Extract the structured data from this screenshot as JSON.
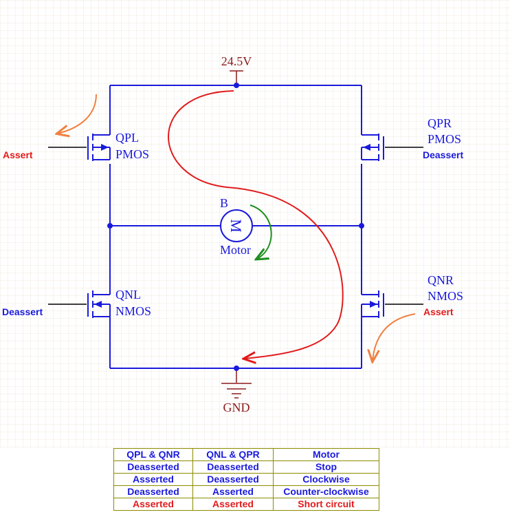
{
  "supply": {
    "label": "24.5V"
  },
  "ground": {
    "label": "GND"
  },
  "motor": {
    "ref": "B",
    "symbol": "M",
    "name": "Motor"
  },
  "transistors": {
    "top_left": {
      "name": "QPL",
      "type": "PMOS",
      "gate_state": "Assert"
    },
    "top_right": {
      "name": "QPR",
      "type": "PMOS",
      "gate_state": "Deassert"
    },
    "bottom_left": {
      "name": "QNL",
      "type": "NMOS",
      "gate_state": "Deassert"
    },
    "bottom_right": {
      "name": "QNR",
      "type": "NMOS",
      "gate_state": "Assert"
    }
  },
  "colors": {
    "wire": "#1a1adc",
    "power": "#8b1a1a",
    "current_path": "#e11b1b",
    "rotation": "#1f8f1f",
    "gate_arrows": "#f08040",
    "asserted": "#e11b1b",
    "deasserted": "#1a1adc",
    "grid": "#ece6d8"
  },
  "truth_table": {
    "headers": [
      "QPL & QNR",
      "QNL & QPR",
      "Motor"
    ],
    "rows": [
      {
        "cells": [
          "Deasserted",
          "Deasserted",
          "Stop"
        ],
        "color": "blue"
      },
      {
        "cells": [
          "Asserted",
          "Deasserted",
          "Clockwise"
        ],
        "color": "blue"
      },
      {
        "cells": [
          "Deasserted",
          "Asserted",
          "Counter-clockwise"
        ],
        "color": "blue"
      },
      {
        "cells": [
          "Asserted",
          "Asserted",
          "Short circuit"
        ],
        "color": "red"
      }
    ]
  }
}
